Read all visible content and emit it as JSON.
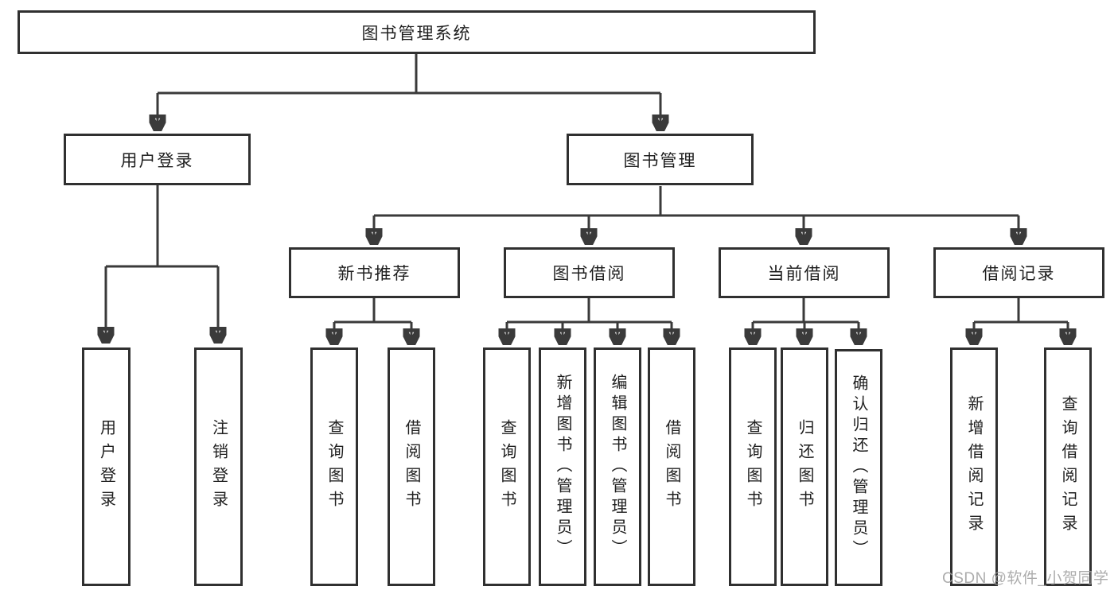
{
  "tree": {
    "label": "图书管理系统",
    "children": [
      {
        "label": "用户登录",
        "children": [
          {
            "label": "用户登录"
          },
          {
            "label": "注销登录"
          }
        ]
      },
      {
        "label": "图书管理",
        "children": [
          {
            "label": "新书推荐",
            "children": [
              {
                "label": "查询图书"
              },
              {
                "label": "借阅图书"
              }
            ]
          },
          {
            "label": "图书借阅",
            "children": [
              {
                "label": "查询图书"
              },
              {
                "label": "新增图书（管理员）"
              },
              {
                "label": "编辑图书（管理员）"
              },
              {
                "label": "借阅图书"
              }
            ]
          },
          {
            "label": "当前借阅",
            "children": [
              {
                "label": "查询图书"
              },
              {
                "label": "归还图书"
              },
              {
                "label": "确认归还（管理员）"
              }
            ]
          },
          {
            "label": "借阅记录",
            "children": [
              {
                "label": "新增借阅记录"
              },
              {
                "label": "查询借阅记录"
              }
            ]
          }
        ]
      }
    ]
  },
  "watermark": "CSDN @软件_小贺同学",
  "colors": {
    "line": "#3a3a3a",
    "box_border": "#303030",
    "text": "#1f1f1f",
    "background": "#ffffff",
    "watermark": "#9e9e9e"
  }
}
